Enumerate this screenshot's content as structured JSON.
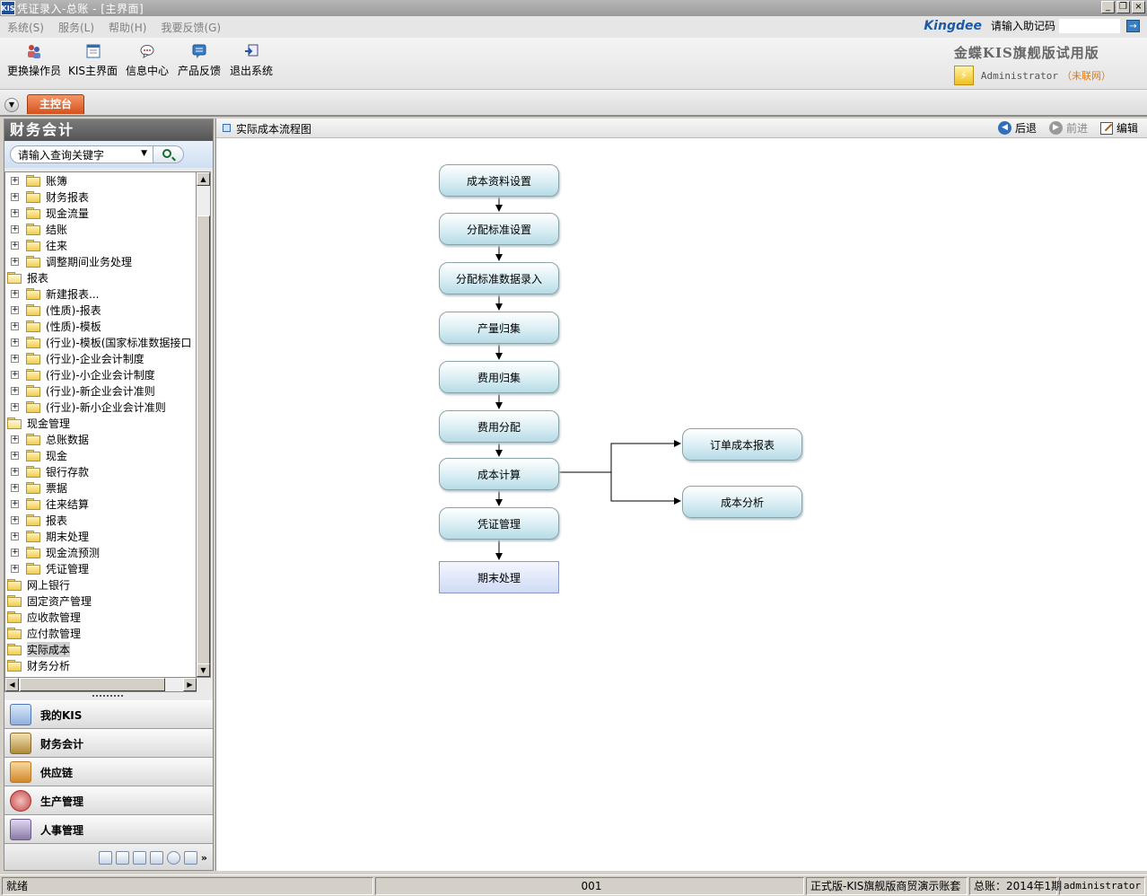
{
  "window": {
    "title": "凭证录入-总账 - [主界面]",
    "app_icon": "KIS",
    "buttons": [
      "_",
      "❐",
      "×"
    ]
  },
  "menu": {
    "items": [
      "系统(S)",
      "服务(L)",
      "帮助(H)",
      "我要反馈(G)"
    ],
    "logo": "Kingdee",
    "helper_label": "请输入助记码",
    "go": "→"
  },
  "toolbar": {
    "buttons": [
      {
        "label": "更换操作员",
        "icon": "switch-user-icon"
      },
      {
        "label": "KIS主界面",
        "icon": "main-window-icon"
      },
      {
        "label": "信息中心",
        "icon": "message-icon"
      },
      {
        "label": "产品反馈",
        "icon": "feedback-icon"
      },
      {
        "label": "退出系统",
        "icon": "exit-icon"
      }
    ],
    "brand_title": "金蝶KIS旗舰版试用版",
    "user": "Administrator",
    "connection": "（未联网）"
  },
  "tabs": {
    "main": "主控台"
  },
  "left_panel": {
    "title": "财务会计",
    "search_placeholder": "请输入查询关键字",
    "tree": [
      {
        "label": "账簿",
        "level": 1,
        "expandable": true
      },
      {
        "label": "财务报表",
        "level": 1,
        "expandable": true
      },
      {
        "label": "现金流量",
        "level": 1,
        "expandable": true
      },
      {
        "label": "结账",
        "level": 1,
        "expandable": true
      },
      {
        "label": "往来",
        "level": 1,
        "expandable": true
      },
      {
        "label": "调整期间业务处理",
        "level": 1,
        "expandable": true
      },
      {
        "label": "报表",
        "level": 0,
        "expandable": false,
        "open": true
      },
      {
        "label": "新建报表...",
        "level": 1,
        "expandable": true
      },
      {
        "label": "(性质)-报表",
        "level": 1,
        "expandable": true
      },
      {
        "label": "(性质)-模板",
        "level": 1,
        "expandable": true
      },
      {
        "label": "(行业)-模板(国家标准数据接口",
        "level": 1,
        "expandable": true
      },
      {
        "label": "(行业)-企业会计制度",
        "level": 1,
        "expandable": true
      },
      {
        "label": "(行业)-小企业会计制度",
        "level": 1,
        "expandable": true
      },
      {
        "label": "(行业)-新企业会计准则",
        "level": 1,
        "expandable": true
      },
      {
        "label": "(行业)-新小企业会计准则",
        "level": 1,
        "expandable": true
      },
      {
        "label": "现金管理",
        "level": 0,
        "expandable": false,
        "open": true
      },
      {
        "label": "总账数据",
        "level": 1,
        "expandable": true
      },
      {
        "label": "现金",
        "level": 1,
        "expandable": true
      },
      {
        "label": "银行存款",
        "level": 1,
        "expandable": true
      },
      {
        "label": "票据",
        "level": 1,
        "expandable": true
      },
      {
        "label": "往来结算",
        "level": 1,
        "expandable": true
      },
      {
        "label": "报表",
        "level": 1,
        "expandable": true
      },
      {
        "label": "期末处理",
        "level": 1,
        "expandable": true
      },
      {
        "label": "现金流预测",
        "level": 1,
        "expandable": true
      },
      {
        "label": "凭证管理",
        "level": 1,
        "expandable": true
      },
      {
        "label": "网上银行",
        "level": 0,
        "expandable": false
      },
      {
        "label": "固定资产管理",
        "level": 0,
        "expandable": false
      },
      {
        "label": "应收款管理",
        "level": 0,
        "expandable": false
      },
      {
        "label": "应付款管理",
        "level": 0,
        "expandable": false
      },
      {
        "label": "实际成本",
        "level": 0,
        "expandable": false,
        "selected": true
      },
      {
        "label": "财务分析",
        "level": 0,
        "expandable": false
      }
    ],
    "modules": [
      {
        "label": "我的KIS",
        "color": "#4a78b8"
      },
      {
        "label": "财务会计",
        "color": "#8a6a2a"
      },
      {
        "label": "供应链",
        "color": "#c07820"
      },
      {
        "label": "生产管理",
        "color": "#b03030"
      },
      {
        "label": "人事管理",
        "color": "#6a5a8a"
      }
    ],
    "more": "»"
  },
  "content": {
    "title": "实际成本流程图",
    "nav": {
      "back": "后退",
      "forward": "前进",
      "edit": "编辑"
    },
    "flow_nodes": [
      "成本资料设置",
      "分配标准设置",
      "分配标准数据录入",
      "产量归集",
      "费用归集",
      "费用分配",
      "成本计算",
      "凭证管理",
      "期末处理"
    ],
    "side_nodes": [
      "订单成本报表",
      "成本分析"
    ]
  },
  "status": {
    "ready": "就绪",
    "code": "001",
    "edition": "正式版-KIS旗舰版商贸演示账套",
    "period": "总账：2014年1期",
    "user": "administrator"
  }
}
